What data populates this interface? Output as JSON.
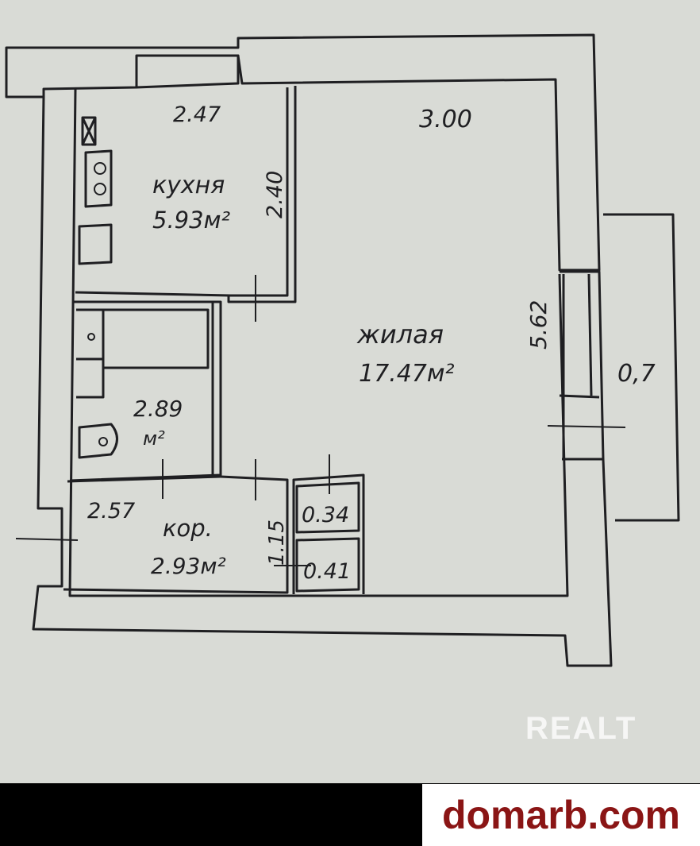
{
  "rooms": {
    "kitchen": {
      "name": "кухня",
      "area": "5.93м²",
      "width": "2.47",
      "depth": "2.40"
    },
    "living": {
      "name": "жилая",
      "area": "17.47м²",
      "width": "3.00",
      "depth": "5.62"
    },
    "bathroom": {
      "width": "2.89",
      "area_unit": "м²"
    },
    "corridor": {
      "name": "кор.",
      "area": "2.93м²",
      "width": "2.57",
      "depth": "1.15"
    },
    "closet_top": {
      "area": "0.34"
    },
    "closet_bottom": {
      "area": "0.41"
    },
    "balcony": {
      "depth": "0,7"
    }
  },
  "watermark": "REALT",
  "brand": "domarb.com",
  "colors": {
    "paper": "#d9dbd6",
    "ink": "#1f1f22",
    "brand": "#8a1515"
  }
}
